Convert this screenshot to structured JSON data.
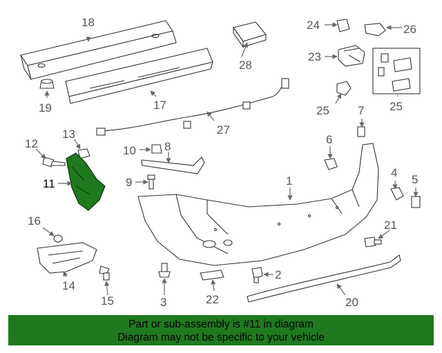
{
  "diagram": {
    "highlight_color": "#1f7a1f",
    "labels": [
      "1",
      "2",
      "3",
      "4",
      "5",
      "6",
      "7",
      "8",
      "9",
      "10",
      "11",
      "12",
      "13",
      "14",
      "15",
      "16",
      "17",
      "18",
      "19",
      "20",
      "21",
      "22",
      "23",
      "24",
      "25",
      "25",
      "26",
      "27",
      "28"
    ],
    "highlighted_part": "11"
  },
  "banner": {
    "line1": "Part or sub-assembly is #11 in diagram",
    "line2": "Diagram may not be specific to your vehicle",
    "color": "#1f7a1f"
  }
}
